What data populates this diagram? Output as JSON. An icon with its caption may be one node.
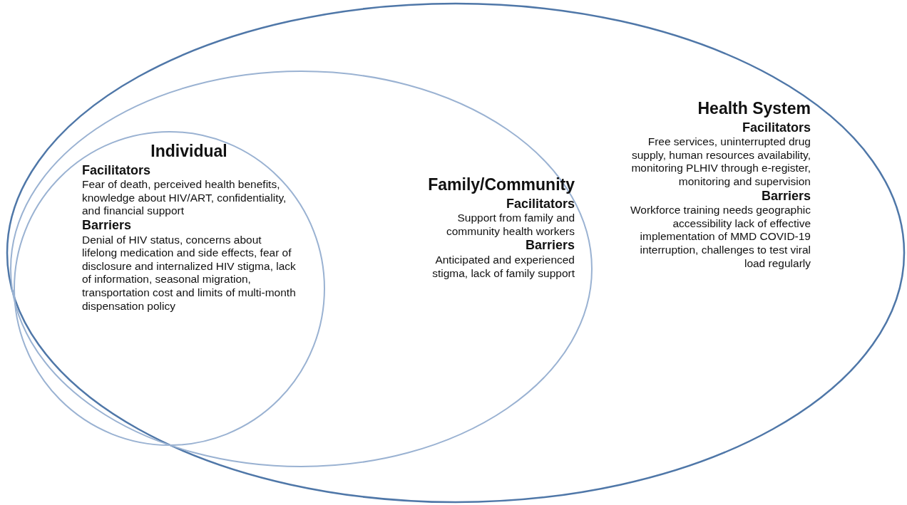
{
  "diagram": {
    "nodes": [
      {
        "text": [
          "Health System",
          "Facilitators",
          "Free services, uninterrupted drug supply, human resources availability, monitoring PLHIV through e-register, monitoring and supervision",
          "Barriers",
          "Workforce training needs geographic  accessibility lack of effective implementation of MMD COVID-19 interruption, challenges to test viral load regularly"
        ]
      },
      {
        "text": [
          "Family/Community",
          "Facilitators",
          "Support from family and community health workers",
          "Barriers",
          "Anticipated and experienced stigma, lack of family support"
        ],
        "in": 0
      },
      {
        "text": [
          "Individual",
          "Facilitators",
          "Fear of death, perceived health benefits, knowledge about HIV/ART, confidentiality, and financial support",
          "Barriers",
          "Denial of HIV status, concerns about lifelong medication and side effects, fear of disclosure and internalized HIV stigma, lack of information, seasonal migration, transportation cost and limits of multi-month dispensation policy"
        ],
        "in": 1
      }
    ]
  }
}
